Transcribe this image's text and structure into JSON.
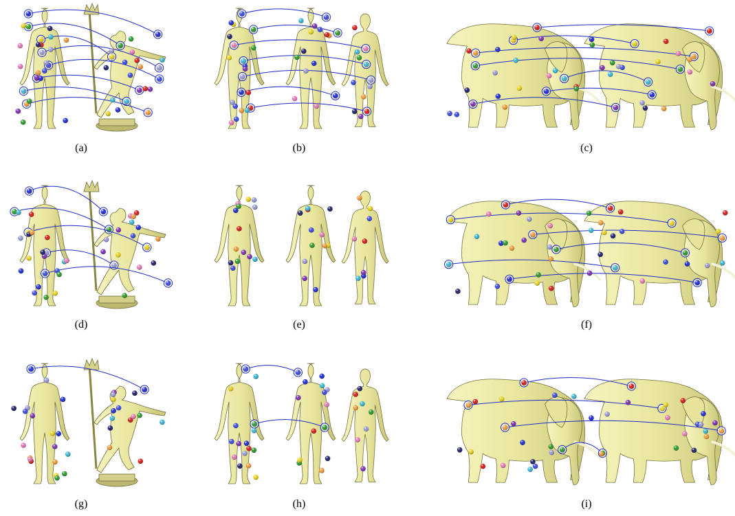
{
  "colors": {
    "surface": "#eeeca6",
    "surface_shade": "#cfcc7e",
    "outline": "#6e6c38",
    "match_line": "#1c2bc8",
    "marker_palette": [
      "#1f2bd6",
      "#3a49e8",
      "#d81c1c",
      "#2e9a2e",
      "#7a2fb5",
      "#e57ab8",
      "#e8d21c",
      "#3bb7d4",
      "#1f1f6a",
      "#9a9ad6",
      "#f09a3a"
    ]
  },
  "panels": [
    {
      "id": "a",
      "caption": "(a)",
      "scene": "human-statue"
    },
    {
      "id": "b",
      "caption": "(b)",
      "scene": "humans"
    },
    {
      "id": "c",
      "caption": "(c)",
      "scene": "elephants"
    },
    {
      "id": "d",
      "caption": "(d)",
      "scene": "human-statue"
    },
    {
      "id": "e",
      "caption": "(e)",
      "scene": "humans"
    },
    {
      "id": "f",
      "caption": "(f)",
      "scene": "elephants"
    },
    {
      "id": "g",
      "caption": "(g)",
      "scene": "human-statue"
    },
    {
      "id": "h",
      "caption": "(h)",
      "scene": "humans"
    },
    {
      "id": "i",
      "caption": "(i)",
      "scene": "elephants"
    }
  ]
}
